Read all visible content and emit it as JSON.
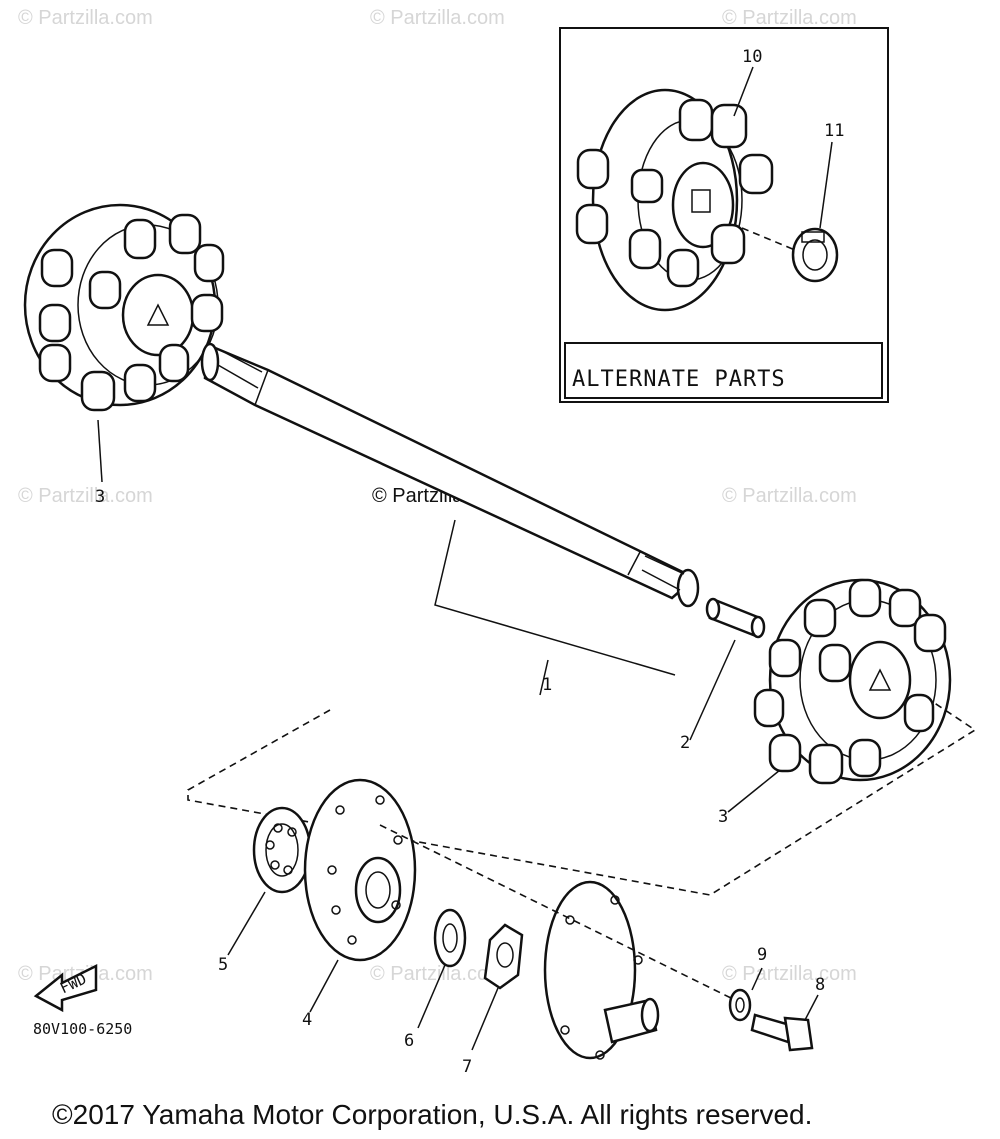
{
  "watermarks": {
    "w1": "© Partzilla.com",
    "w2": "© Partzilla.com",
    "w3": "© Partzilla.com",
    "w4": "© Partzilla.com",
    "w5": "© Partzilla.com",
    "w6": "© Partzilla.com",
    "w7": "© Partzilla.com",
    "w8": "© Partzilla.com",
    "w9": "© Partzilla.com"
  },
  "alternate_parts_label": "ALTERNATE PARTS",
  "callouts": {
    "c1": "1",
    "c2": "2",
    "c3a": "3",
    "c3b": "3",
    "c4": "4",
    "c5": "5",
    "c6": "6",
    "c7": "7",
    "c8": "8",
    "c9": "9",
    "c10": "10",
    "c11": "11"
  },
  "front_arrow_label": "FWD",
  "diagram_code": "80V100-6250",
  "copyright": "©2017 Yamaha Motor Corporation, U.S.A. All rights reserved."
}
